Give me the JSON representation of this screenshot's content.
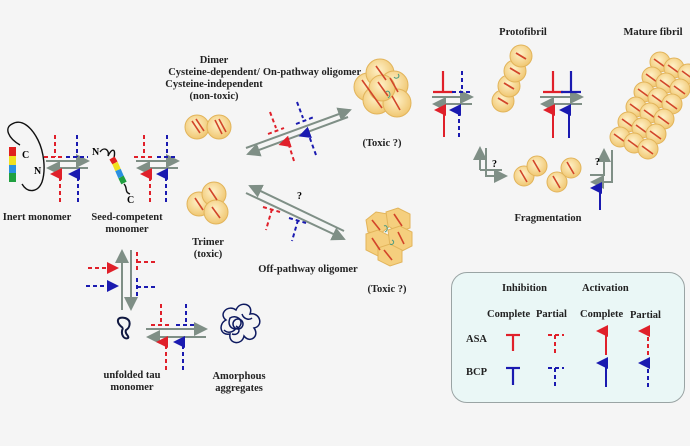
{
  "diagram": {
    "title": "Tau aggregation pathway with ASA and BCP modulation",
    "nodes": {
      "inert_monomer": {
        "label": "Inert monomer",
        "terminal_c": "C",
        "terminal_n": "N"
      },
      "seed_competent_monomer": {
        "label_line1": "Seed-competent",
        "label_line2": "monomer",
        "terminal_c": "C",
        "terminal_n": "N"
      },
      "dimer": {
        "line1": "Dimer",
        "line2": "Cysteine-dependent/",
        "line3": "Cysteine-independent",
        "line4": "(non-toxic)"
      },
      "trimer": {
        "line1": "Trimer",
        "line2": "(toxic)"
      },
      "on_pathway_oligomer": {
        "label": "On-pathway oligomer",
        "toxicity": "(Toxic ?)"
      },
      "off_pathway_oligomer": {
        "label": "Off-pathway oligomer",
        "toxicity": "(Toxic ?)"
      },
      "protofibril": {
        "label": "Protofibril"
      },
      "mature_fibril": {
        "label": "Mature fibril"
      },
      "fragmentation": {
        "label": "Fragmentation"
      },
      "unfolded_tau_monomer": {
        "line1": "unfolded tau",
        "line2": "monomer"
      },
      "amorphous_aggregates": {
        "line1": "Amorphous",
        "line2": "aggregates"
      }
    },
    "question_marks": {
      "off_pathway": "?",
      "protofibril_fragmentation": "?",
      "fragmentation_mature": "?"
    },
    "colors": {
      "asa": "#e0202a",
      "bcp": "#1a1ab0",
      "equilibrium_arrow": "#7f8f86",
      "particle_fill": "#f7d894",
      "particle_edge": "#e2b45a",
      "strand": "#d2452a",
      "legend_bg": "#eaf7f6"
    }
  },
  "legend": {
    "inhibition_header": "Inhibition",
    "activation_header": "Activation",
    "columns": [
      "Complete",
      "Partial",
      "Complete",
      "Partial"
    ],
    "rows": [
      {
        "label": "ASA",
        "color": "#e0202a"
      },
      {
        "label": "BCP",
        "color": "#1a1ab0"
      }
    ]
  }
}
